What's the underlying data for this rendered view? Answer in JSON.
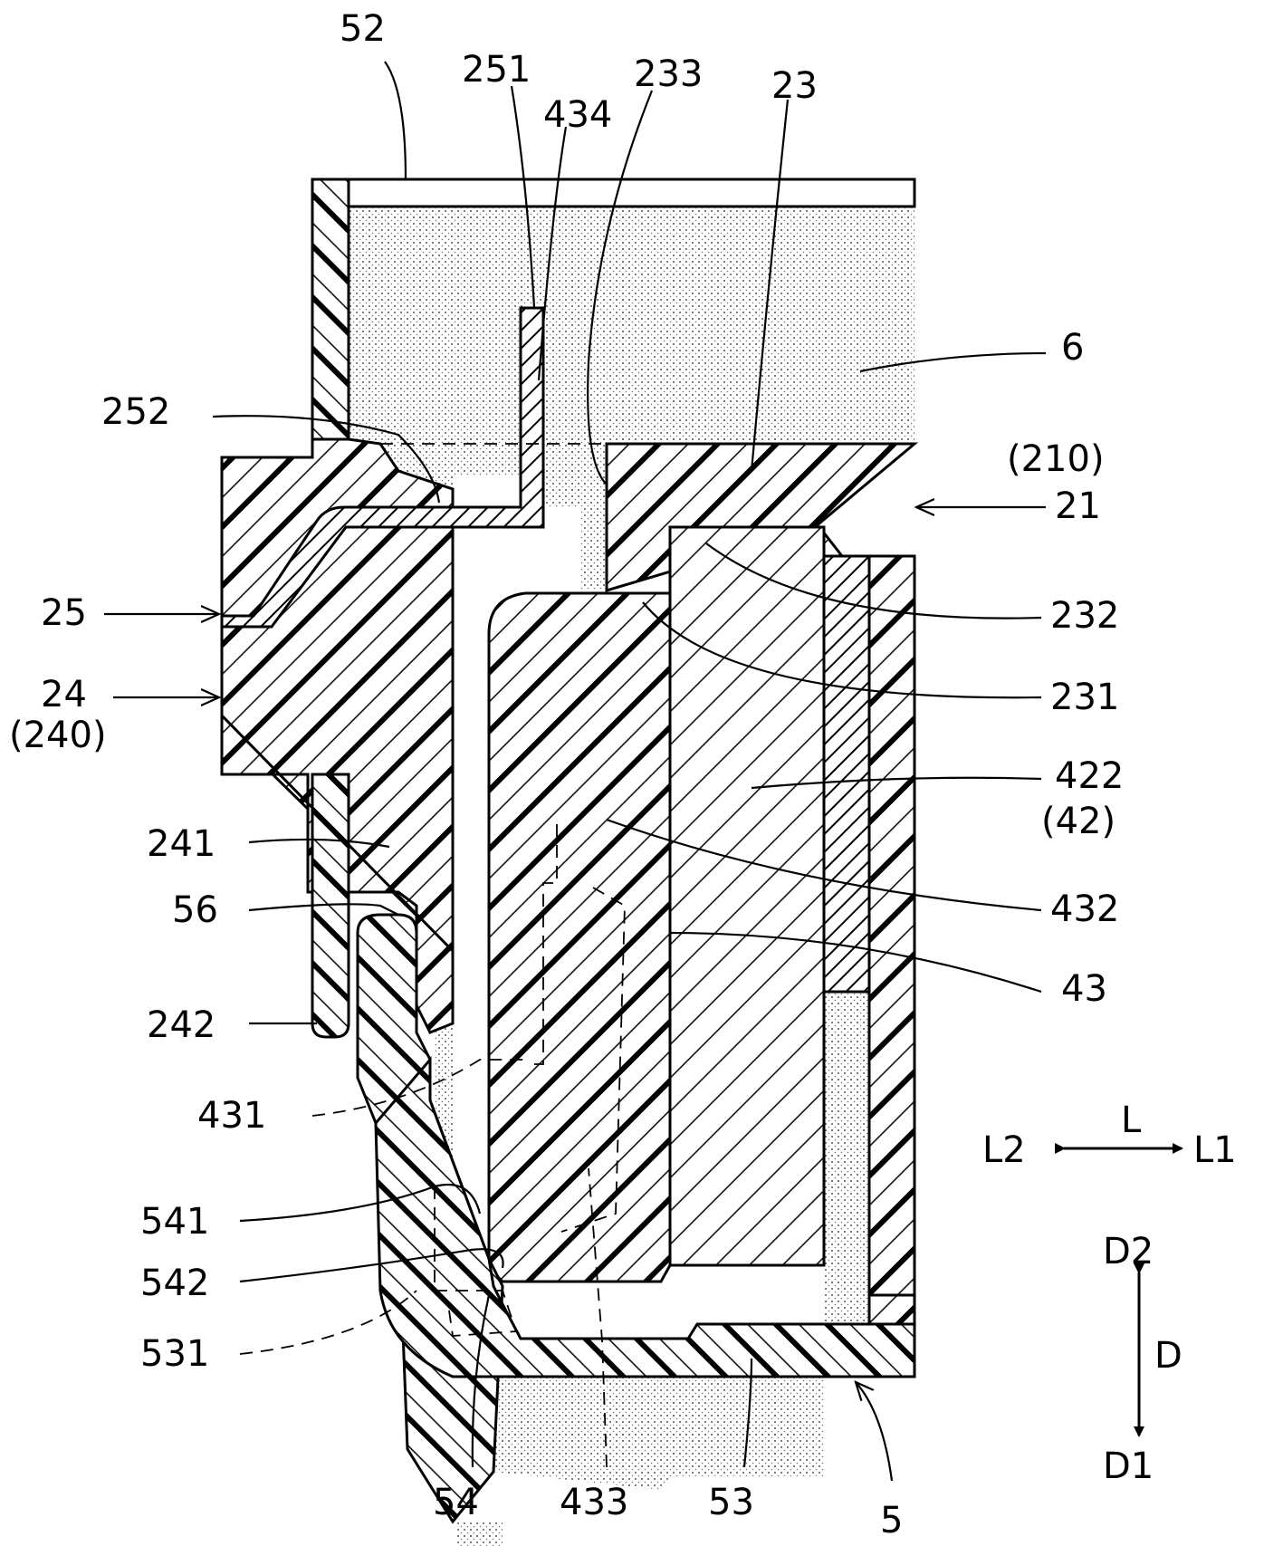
{
  "figure": {
    "labels": {
      "l52": "52",
      "l251": "251",
      "l434": "434",
      "l233": "233",
      "l23": "23",
      "l6": "6",
      "l252": "252",
      "l210": "(210)",
      "l21": "21",
      "l25": "25",
      "l232": "232",
      "l24": "24",
      "l240": "(240)",
      "l231": "231",
      "l422": "422",
      "l42": "(42)",
      "l241": "241",
      "l432": "432",
      "l56": "56",
      "l43": "43",
      "l242": "242",
      "l431": "431",
      "l541": "541",
      "l542": "542",
      "l531": "531",
      "l54": "54",
      "l433": "433",
      "l53": "53",
      "l5": "5"
    },
    "axes": {
      "L": "L",
      "L1": "L1",
      "L2": "L2",
      "D": "D",
      "D1": "D1",
      "D2": "D2"
    }
  }
}
